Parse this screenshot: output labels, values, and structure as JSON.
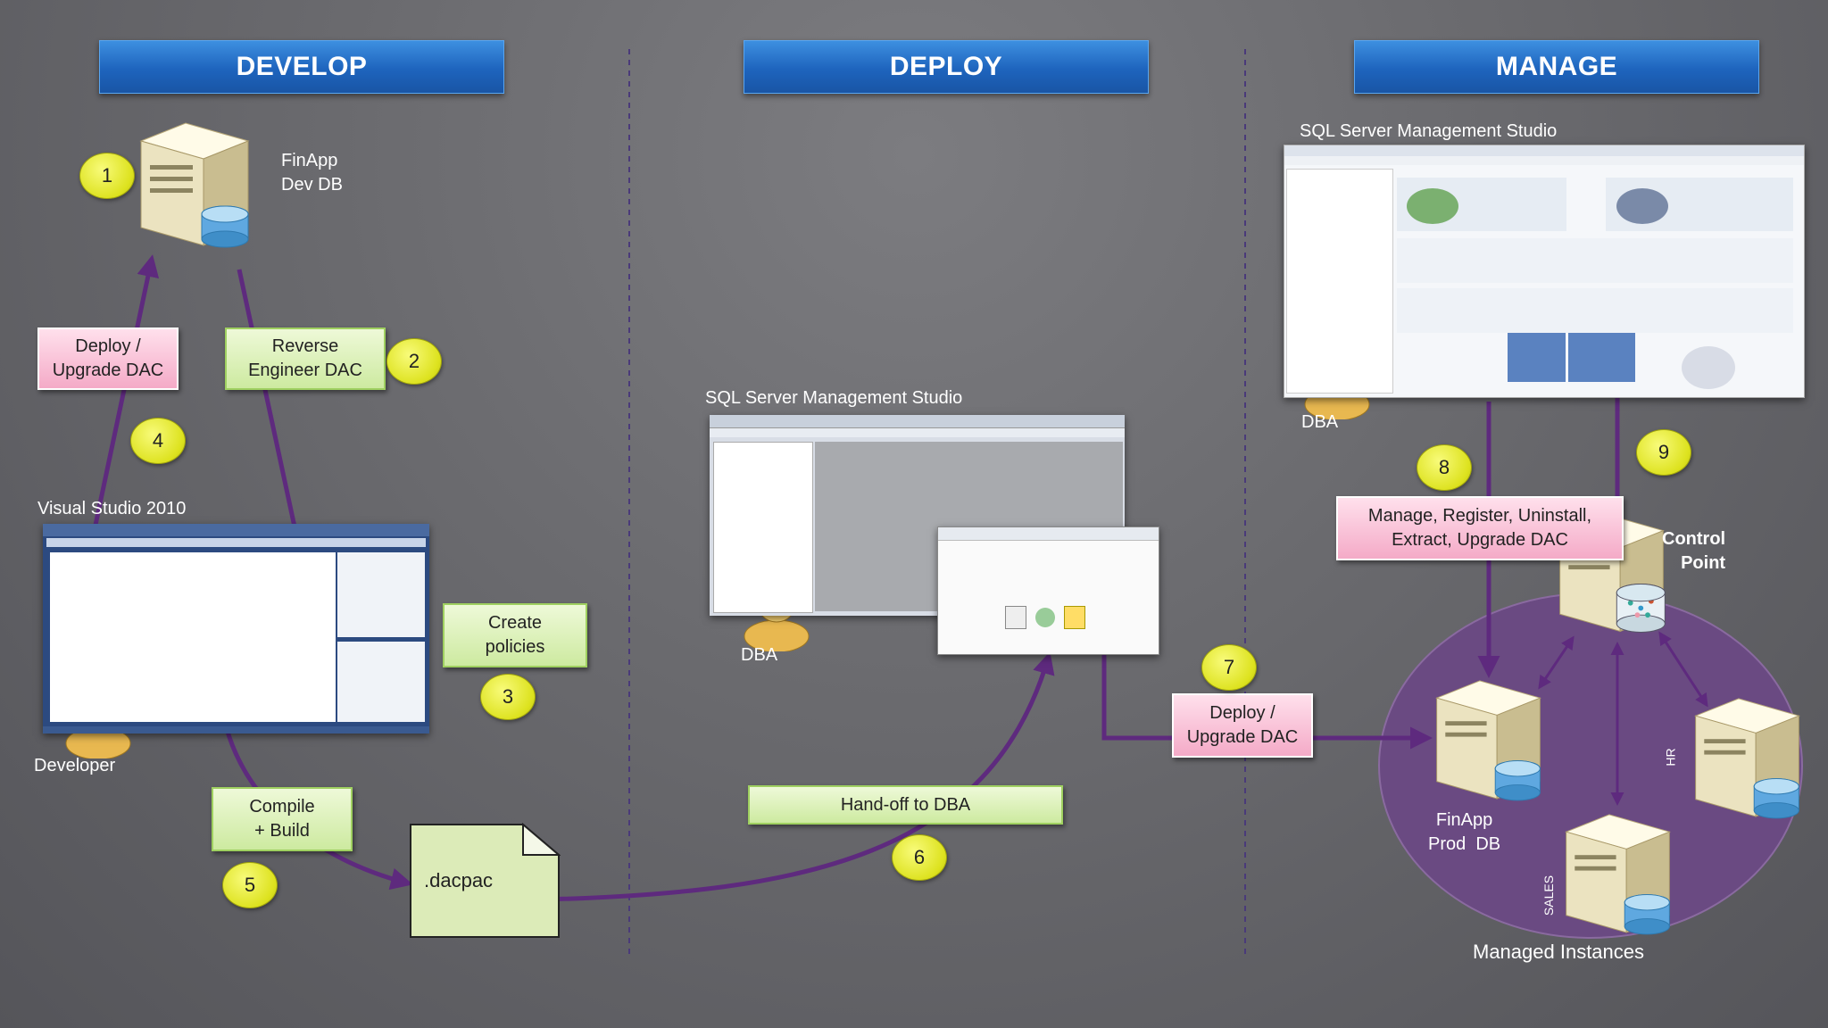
{
  "headers": {
    "develop": "DEVELOP",
    "deploy": "DEPLOY",
    "manage": "MANAGE"
  },
  "labels": {
    "finapp_dev": "FinApp\nDev DB",
    "visual_studio": "Visual Studio 2010",
    "developer": "Developer",
    "ssms_deploy": "SQL Server Management Studio",
    "dba_deploy": "DBA",
    "ssms_manage": "SQL Server Management Studio",
    "dba_manage": "DBA",
    "control_point": "Control\nPoint",
    "finapp_prod": "FinApp\nProd  DB",
    "hr": "HR",
    "sales": "SALES",
    "managed_instances": "Managed Instances",
    "dacpac": ".dacpac"
  },
  "boxes": {
    "deploy_upgrade_left": "Deploy /\nUpgrade DAC",
    "reverse_engineer": "Reverse\nEngineer DAC",
    "create_policies": "Create\npolicies",
    "compile_build": "Compile\n+ Build",
    "handoff": "Hand-off to DBA",
    "deploy_upgrade_right": "Deploy /\nUpgrade DAC",
    "manage_ops": "Manage, Register, Uninstall,\nExtract, Upgrade DAC"
  },
  "steps": [
    "1",
    "2",
    "3",
    "4",
    "5",
    "6",
    "7",
    "8",
    "9"
  ],
  "colors": {
    "arrow": "#5e2a7e",
    "header": "#1e64bd",
    "managed_ellipse": "#6a4a82",
    "green_box": "#cdeaa0",
    "pink_box": "#f4aac7",
    "step_circle": "#dde21e"
  }
}
